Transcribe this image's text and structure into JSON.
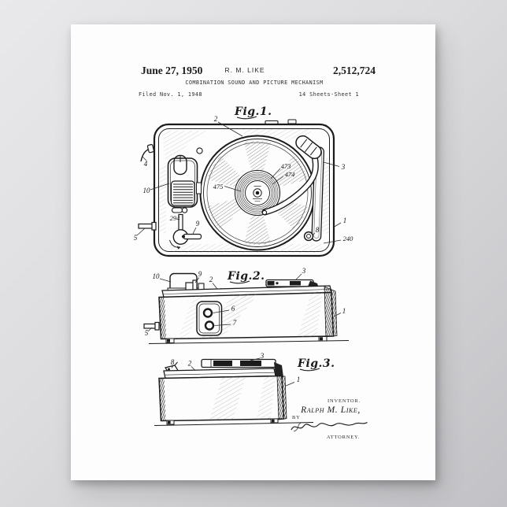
{
  "poster": {
    "paper_color": "#fdfdfd",
    "ink_color": "#1b1b1b",
    "background_top": "#e9e9eb",
    "background_bottom": "#c2c2c6"
  },
  "header": {
    "date": "June 27, 1950",
    "inventor_initials": "R. M. LIKE",
    "patent_number": "2,512,724",
    "title": "COMBINATION SOUND AND PICTURE MECHANISM",
    "filed": "Filed Nov. 1, 1948",
    "sheet": "14 Sheets-Sheet 1"
  },
  "figures": {
    "fig1": {
      "caption": "Fig.1.",
      "labels": {
        "n2": "2",
        "n4": "4",
        "n10": "10",
        "n475": "475",
        "n473": "473",
        "n474": "474",
        "n3": "3",
        "n294": "294",
        "n9": "9",
        "n5": "5",
        "n1": "1",
        "n8": "8",
        "n240": "240"
      }
    },
    "fig2": {
      "caption": "Fig.2.",
      "labels": {
        "n10": "10",
        "n9": "9",
        "n2": "2",
        "n3": "3",
        "n1": "1",
        "n5": "5",
        "n6": "6",
        "n7": "7"
      }
    },
    "fig3": {
      "caption": "Fig.3.",
      "labels": {
        "n8": "8",
        "n2": "2",
        "n3": "3",
        "n1": "1"
      }
    }
  },
  "signature": {
    "inventor_caption": "INVENTOR.",
    "inventor_name": "Ralph M. Like,",
    "by": "BY",
    "attorney_caption": "ATTORNEY."
  }
}
